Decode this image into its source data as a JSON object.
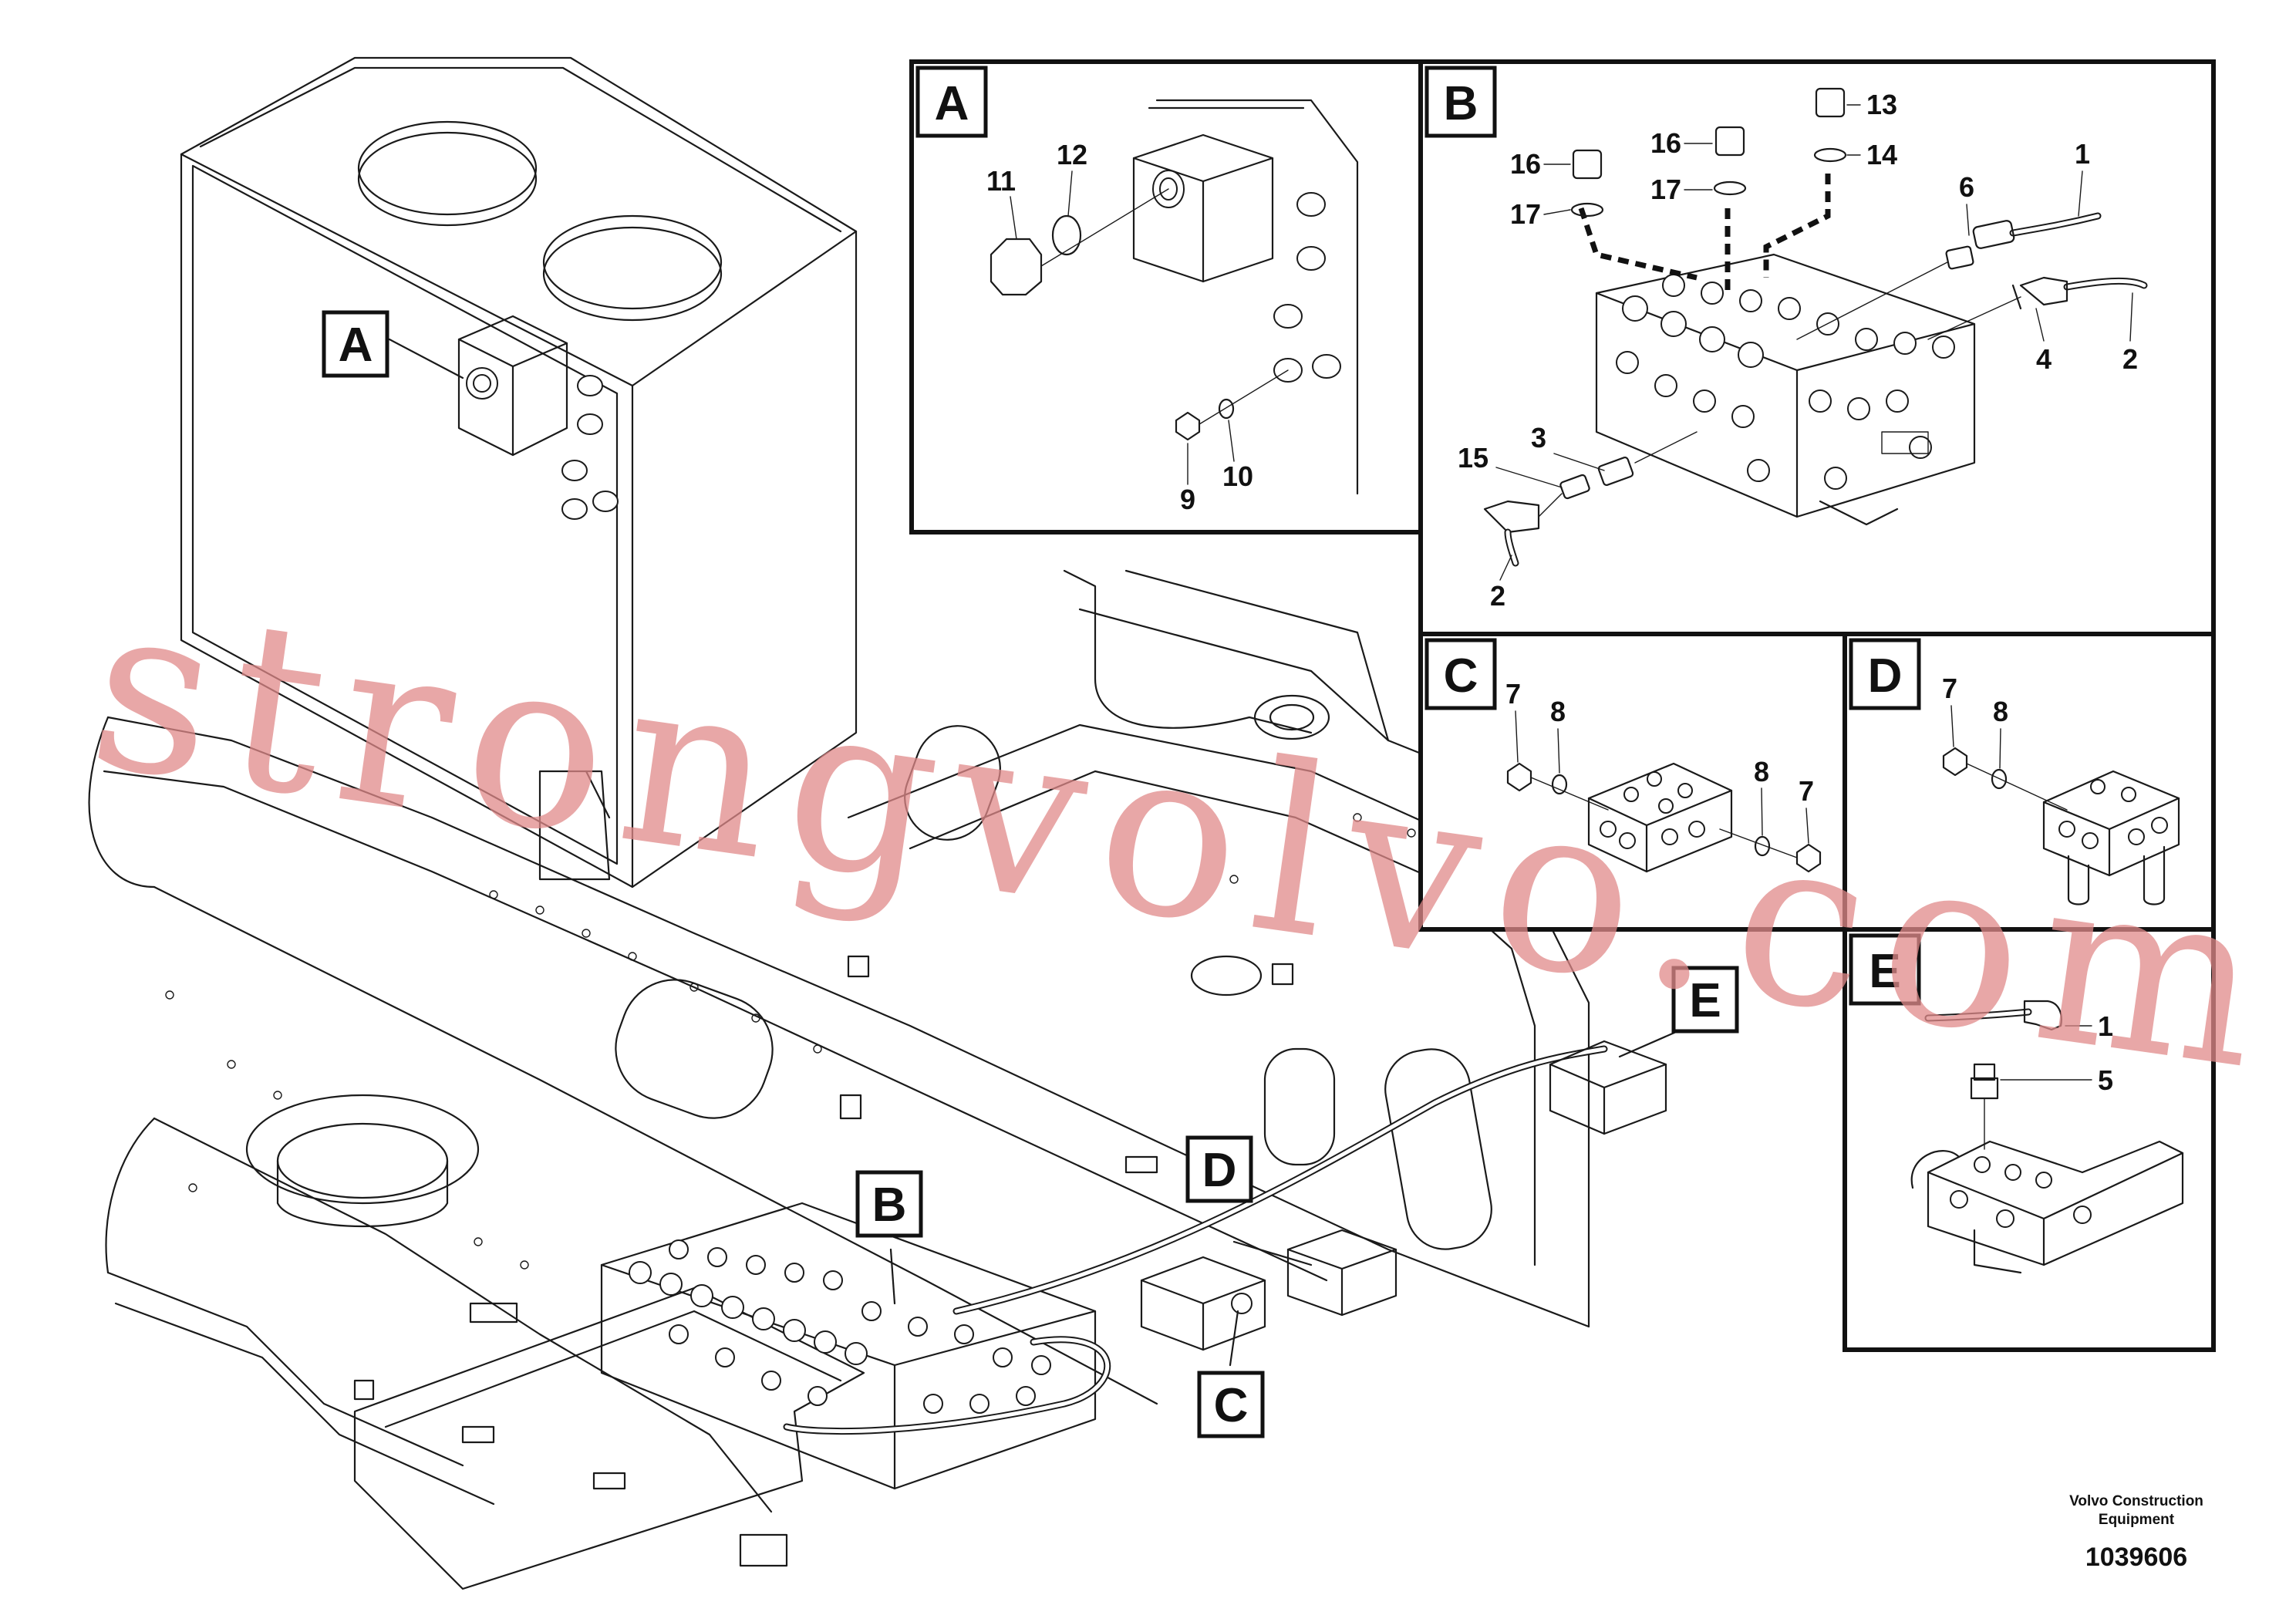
{
  "callouts": {
    "main_A": "A",
    "main_B": "B",
    "main_C": "C",
    "main_D": "D",
    "main_E": "E"
  },
  "panels": {
    "A": {
      "title": "A",
      "parts": [
        "11",
        "12",
        "9",
        "10"
      ]
    },
    "B": {
      "title": "B",
      "parts": [
        "13",
        "14",
        "16",
        "17",
        "16",
        "17",
        "1",
        "6",
        "4",
        "2",
        "3",
        "15",
        "2"
      ]
    },
    "C": {
      "title": "C",
      "parts": [
        "7",
        "8",
        "8",
        "7"
      ]
    },
    "D": {
      "title": "D",
      "parts": [
        "7",
        "8"
      ]
    },
    "E": {
      "title": "E",
      "parts": [
        "1",
        "5"
      ]
    }
  },
  "footer": {
    "company_line1": "Volvo Construction",
    "company_line2": "Equipment",
    "figure_number": "1039606"
  },
  "watermark": "strongvolvo.com"
}
